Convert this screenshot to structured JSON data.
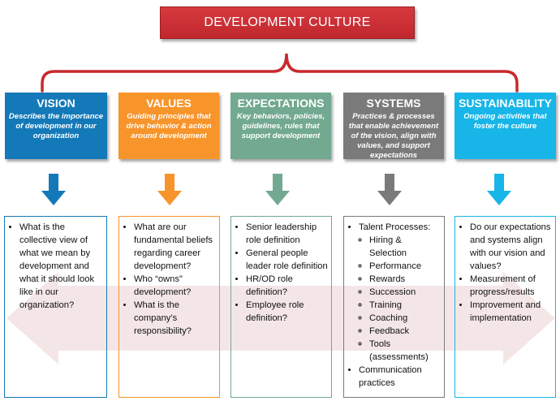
{
  "title": "DEVELOPMENT CULTURE",
  "colors": {
    "red": "#c8292f",
    "vision": "#1479b8",
    "values": "#f7942a",
    "expectations": "#72a990",
    "systems": "#7a7a7a",
    "sustainability": "#17b5e8",
    "background_arrow": "#f0dede"
  },
  "columns": [
    {
      "title": "VISION",
      "subtitle": "Describes the importance of development in our organization",
      "items": [
        "What is the collective view of what we mean by development and what it should look like in our organization?"
      ]
    },
    {
      "title": "VALUES",
      "subtitle": "Guiding principles that drive behavior & action around development",
      "items": [
        "What are our fundamental beliefs regarding career development?",
        "Who “owns” development?",
        "What is the company’s responsibility?"
      ]
    },
    {
      "title": "EXPECTATIONS",
      "subtitle": "Key behaviors, policies, guidelines, rules that support development",
      "items": [
        "Senior leadership role definition",
        "General people leader role definition",
        "HR/OD role definition?",
        "Employee role definition?"
      ]
    },
    {
      "title": "SYSTEMS",
      "subtitle": "Practices & processes that enable achievement of the vision, align with values, and support expectations",
      "items": [
        "Talent Processes:",
        "Communication practices"
      ],
      "subitems": [
        "Hiring & Selection",
        "Performance",
        "Rewards",
        "Succession",
        "Training",
        "Coaching",
        "Feedback",
        "Tools (assessments)"
      ]
    },
    {
      "title": "SUSTAINABILITY",
      "subtitle": "Ongoing activities that foster the culture",
      "items": [
        "Do our expectations and systems align with our vision and values?",
        "Measurement of progress/results",
        "Improvement and implementation"
      ]
    }
  ]
}
